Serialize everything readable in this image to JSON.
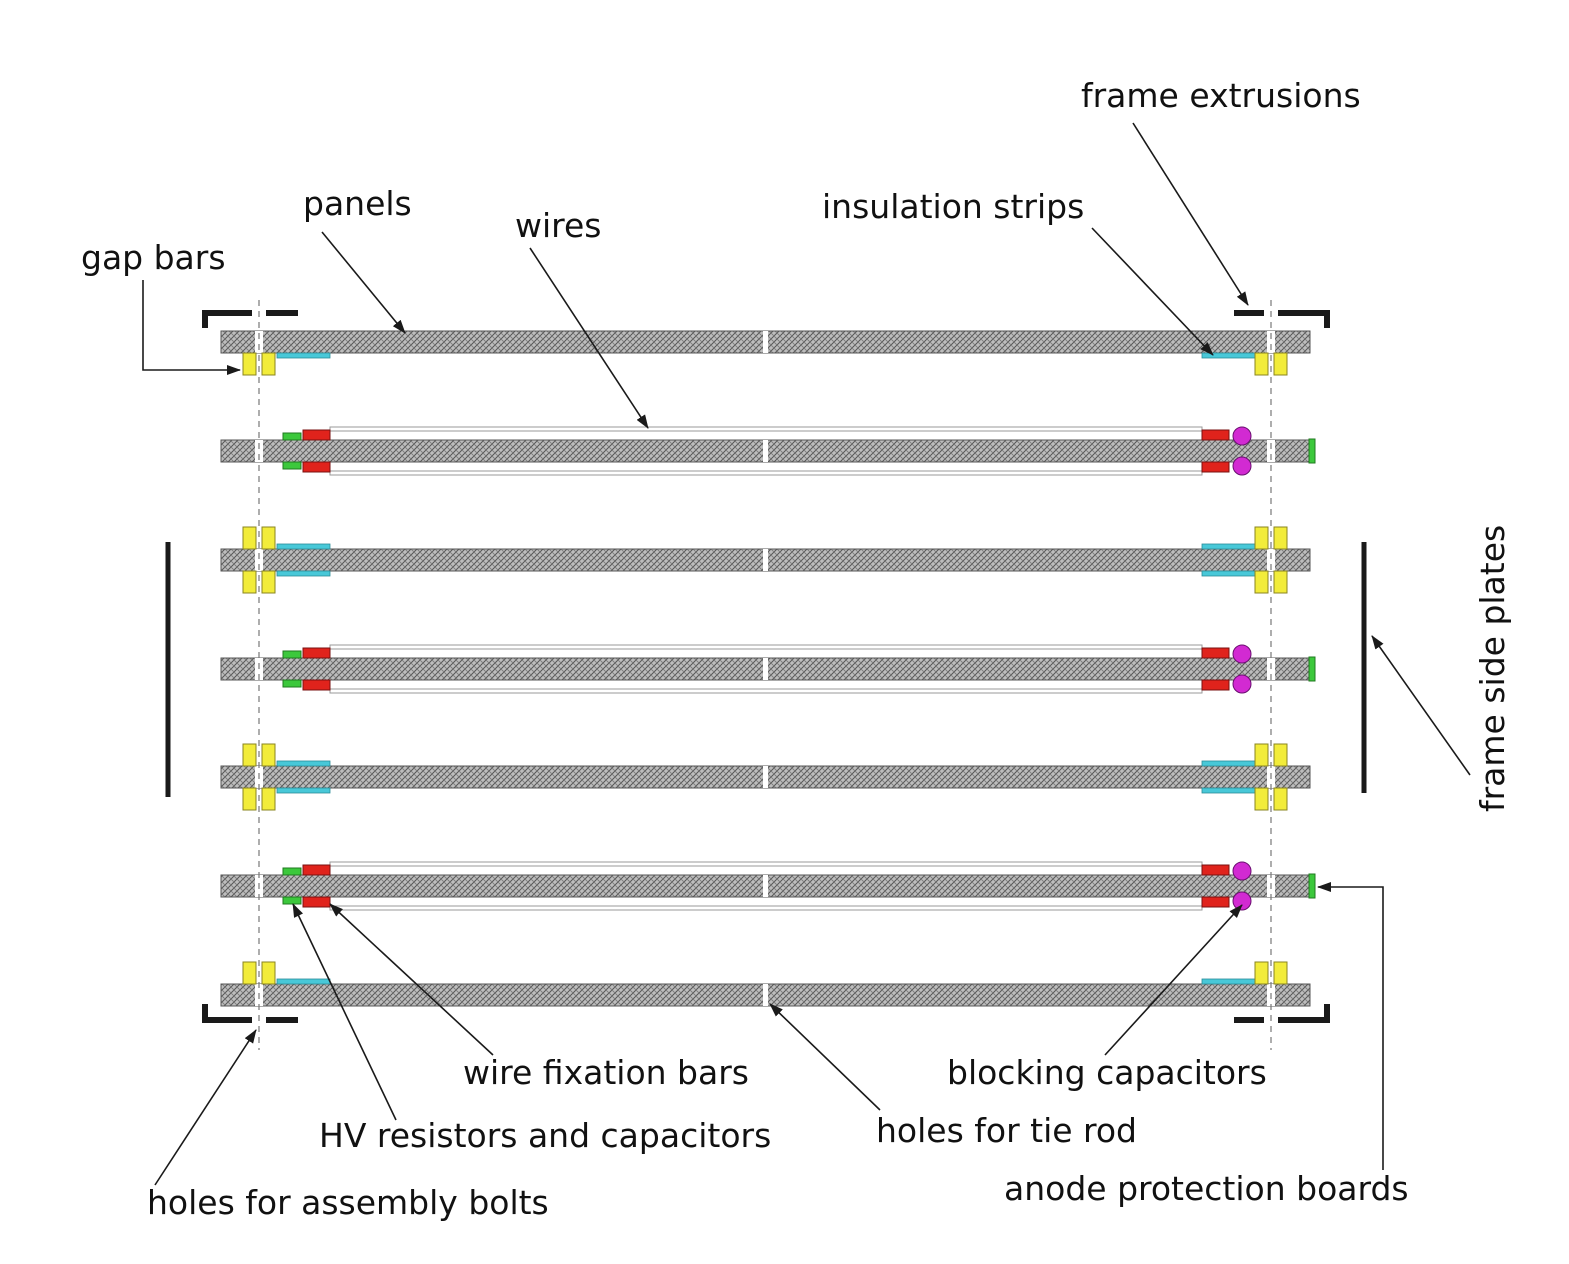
{
  "labels": {
    "frame_extrusions": "frame extrusions",
    "panels": "panels",
    "wires": "wires",
    "insulation_strips": "insulation strips",
    "gap_bars": "gap bars",
    "frame_side_plates": "frame side plates",
    "wire_fixation_bars": "wire fixation bars",
    "blocking_capacitors": "blocking capacitors",
    "hv_resistors_and_capacitors": "HV resistors and capacitors",
    "holes_for_tie_rod": "holes for tie rod",
    "anode_protection_boards": "anode protection boards",
    "holes_for_assembly_bolts": "holes for assembly bolts"
  },
  "colors": {
    "panel": "#a8a8a8",
    "gap_bar": "#f2ec3a",
    "insulation_strip": "#48c8d8",
    "wire_fixation_bar": "#e0231c",
    "hv_component": "#3cc83c",
    "blocking_capacitor": "#d22ad2",
    "anode_protection_board": "#3cc83c",
    "frame": "#1a1a1a",
    "leader_line": "#1a1a1a"
  },
  "layers": [
    {
      "kind": "ground",
      "position": "top"
    },
    {
      "kind": "anode"
    },
    {
      "kind": "ground",
      "position": "middle"
    },
    {
      "kind": "anode"
    },
    {
      "kind": "ground",
      "position": "middle"
    },
    {
      "kind": "anode"
    },
    {
      "kind": "ground",
      "position": "bottom"
    }
  ]
}
